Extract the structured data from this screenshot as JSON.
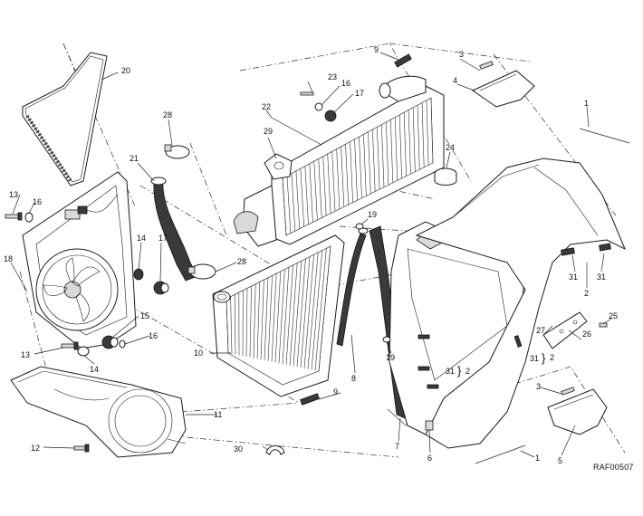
{
  "diagram": {
    "reference_code": "RAF00507",
    "callouts": {
      "c1a": "1",
      "c1b": "1",
      "c2a": "2",
      "c2b": "2",
      "c2c": "2",
      "c2d": "2",
      "c3a": "3",
      "c3b": "3",
      "c4": "4",
      "c5": "5",
      "c6": "6",
      "c7": "7",
      "c8": "8",
      "c9a": "9",
      "c9b": "9",
      "c10": "10",
      "c11": "11",
      "c12": "12",
      "c13a": "13",
      "c13b": "13",
      "c14a": "14",
      "c14b": "14",
      "c15": "15",
      "c16a": "16",
      "c16b": "16",
      "c16c": "16",
      "c17a": "17",
      "c17b": "17",
      "c18": "18",
      "c19a": "19",
      "c19b": "19",
      "c20": "20",
      "c21": "21",
      "c22": "22",
      "c23": "23",
      "c24": "24",
      "c25": "25",
      "c26": "26",
      "c27": "27",
      "c28a": "28",
      "c28b": "28",
      "c29": "29",
      "c30": "30",
      "c31a": "31",
      "c31b": "31",
      "c31c": "31",
      "c31d": "31"
    },
    "brace_glyph": "}"
  }
}
